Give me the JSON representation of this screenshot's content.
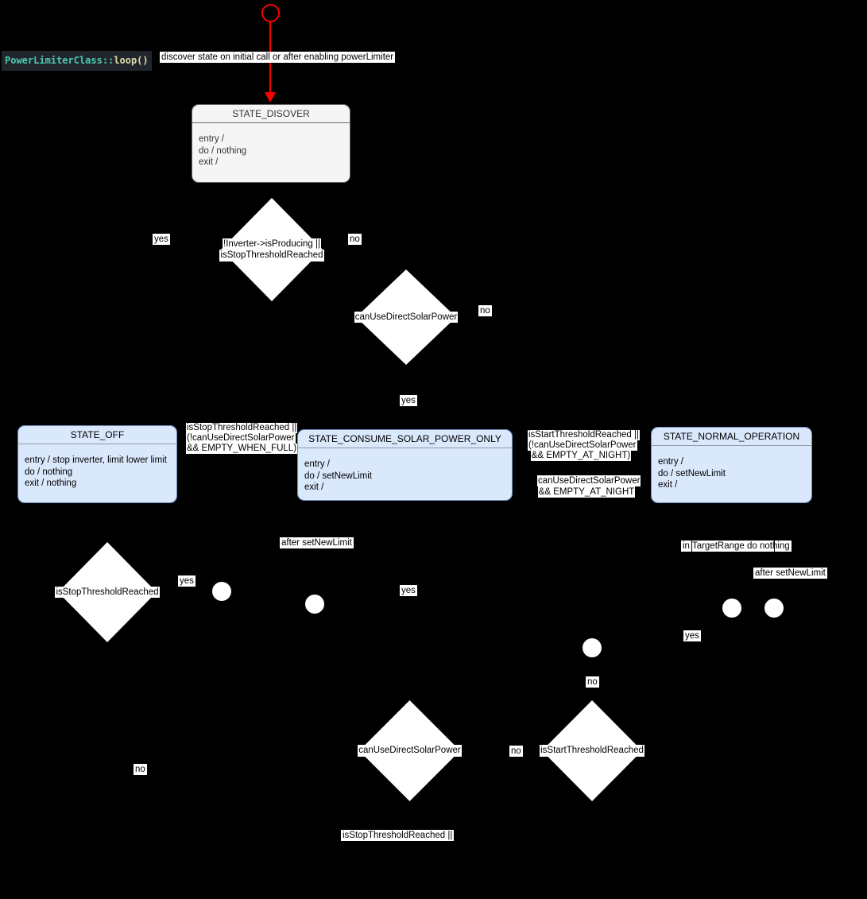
{
  "diagram_title": {
    "class_name": "PowerLimiterClass",
    "separator": "::",
    "method": "loop()"
  },
  "colors": {
    "background": "#000000",
    "transition_accent": "#ff0000",
    "state_blue_fill": "#dae8fc",
    "state_blue_border": "#6c8ebf",
    "state_gray_fill": "#f5f5f5",
    "state_gray_border": "#666666",
    "code_class_color": "#4ec9b0",
    "code_method_color": "#dcdcaa",
    "label_background": "#ffffff"
  },
  "states": {
    "discover": {
      "title": "STATE_DISOVER",
      "body": [
        "entry /",
        "do / nothing",
        "exit /"
      ]
    },
    "off": {
      "title": "STATE_OFF",
      "body": [
        "entry / stop inverter, limit lower limit",
        "do / nothing",
        "exit / nothing"
      ]
    },
    "consume": {
      "title": "STATE_CONSUME_SOLAR_POWER_ONLY",
      "body": [
        "entry /",
        "do / setNewLimit",
        "exit /"
      ]
    },
    "normal": {
      "title": "STATE_NORMAL_OPERATION",
      "body": [
        "entry /",
        "do / setNewLimit",
        "exit /"
      ]
    }
  },
  "decisions": {
    "producing_or_stop": {
      "lines": [
        "!Inverter->isProducing ||",
        "isStopThresholdReached"
      ]
    },
    "can_use_direct_solar_top": {
      "lines": [
        "canUseDirectSolarPower"
      ]
    },
    "stop_threshold": {
      "lines": [
        "isStopThresholdReached"
      ]
    },
    "can_use_direct_solar_bottom": {
      "lines": [
        "canUseDirectSolarPower"
      ]
    },
    "start_threshold": {
      "lines": [
        "isStartThresholdReached"
      ]
    }
  },
  "labels": {
    "discover_transition": "discover state on initial call or after enabling powerLimiter",
    "d1_yes": "yes",
    "d1_no": "no",
    "d2_no": "no",
    "d2_yes": "yes",
    "guard_off": [
      "isStopThresholdReached ||",
      "(!canUseDirectSolarPower",
      "&& EMPTY_WHEN_FULL)"
    ],
    "guard_normal": [
      "isStartThresholdReached ||",
      "(!canUseDirectSolarPower",
      "&& EMPTY_AT_NIGHT)"
    ],
    "guard_consume": [
      "canUseDirectSolarPower",
      "&& EMPTY_AT_NIGHT"
    ],
    "d3_yes": "yes",
    "after_set_new_limit_left": "after setNewLimit",
    "yes_mid": "yes",
    "in_target_range": "in TargetRange do nothing",
    "after_set_new_limit_right": "after setNewLimit",
    "yes_right": "yes",
    "no_above_start": "no",
    "d4_no": "no",
    "no_bottom_left": "no",
    "stop_threshold_or": "isStopThresholdReached ||"
  }
}
